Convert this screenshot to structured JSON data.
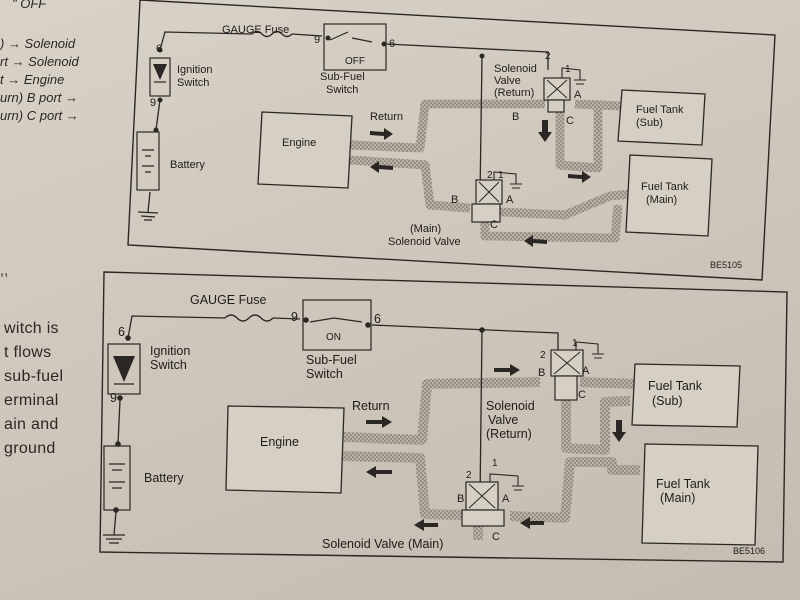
{
  "margin_top": [
    "\" OFF",
    ") → Solenoid",
    "rt → Solenoid",
    "t → Engine",
    "urn) B port →",
    "urn) C port →"
  ],
  "margin_mid": [
    ",,"
  ],
  "margin_bottom": [
    "witch is",
    "t flows",
    "sub-fuel",
    "erminal",
    "ain and",
    "ground"
  ],
  "upper": {
    "fuse_label": "GAUGE Fuse",
    "terminal_6": "6",
    "terminal_9": "9",
    "ignition_label": [
      "Ignition",
      "Switch"
    ],
    "battery_label": "Battery",
    "switch_state": "OFF",
    "switch_label": [
      "Sub-Fuel",
      "Switch"
    ],
    "engine_label": "Engine",
    "return_label": "Return",
    "return_valve_label": [
      "Solenoid",
      "Valve",
      "(Return)"
    ],
    "pin_1": "1",
    "pin_2": "2",
    "port_a": "A",
    "port_b": "B",
    "port_c": "C",
    "sub_tank_label": [
      "Fuel Tank",
      "(Sub)"
    ],
    "main_tank_label": [
      "Fuel Tank",
      "(Main)"
    ],
    "main_valve_label": [
      "(Main)",
      "Solenoid Valve"
    ],
    "figure_code": "BE5105"
  },
  "lower": {
    "fuse_label": "GAUGE Fuse",
    "terminal_6": "6",
    "terminal_9": "9",
    "ignition_label": [
      "Ignition",
      "Switch"
    ],
    "battery_label": "Battery",
    "switch_state": "ON",
    "switch_label": [
      "Sub-Fuel",
      "Switch"
    ],
    "engine_label": "Engine",
    "return_label": "Return",
    "return_valve_label": [
      "Solenoid",
      "Valve",
      "(Return)"
    ],
    "pin_1": "1",
    "pin_2": "2",
    "port_a": "A",
    "port_b": "B",
    "port_c": "C",
    "sub_tank_label": [
      "Fuel Tank",
      "(Sub)"
    ],
    "main_tank_label": [
      "Fuel Tank",
      "(Main)"
    ],
    "main_valve_label": "Solenoid Valve (Main)",
    "figure_code": "BE5106"
  }
}
